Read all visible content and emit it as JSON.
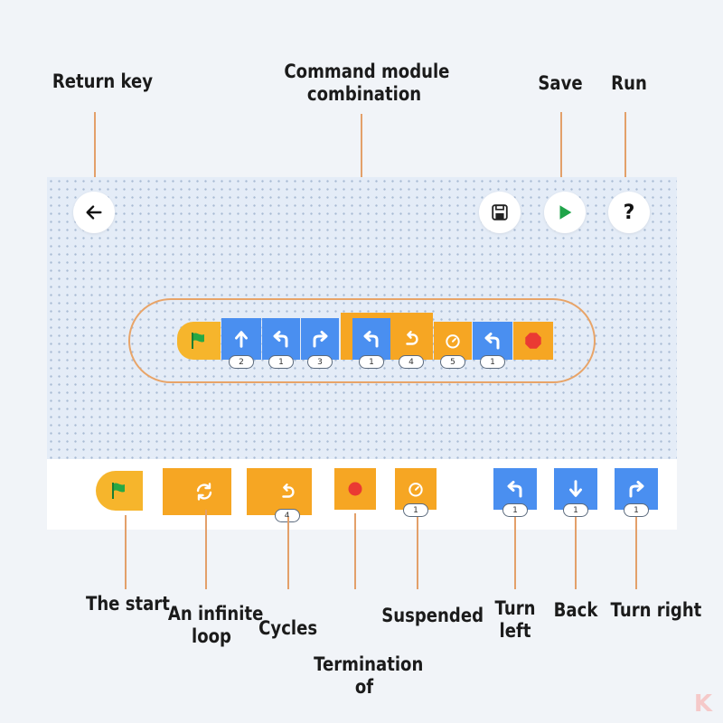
{
  "labels": {
    "return_key": "Return key",
    "command_line1": "Command module",
    "command_line2": "combination",
    "save": "Save",
    "run": "Run",
    "start": "The start",
    "infinite_line1": "An infinite",
    "infinite_line2": "loop",
    "cycles": "Cycles",
    "termination_line1": "Termination",
    "termination_line2": "of",
    "suspended": "Suspended",
    "turn_left_line1": "Turn",
    "turn_left_line2": "left",
    "back": "Back",
    "turn_right": "Turn right"
  },
  "header": {
    "help_symbol": "?"
  },
  "sequence": {
    "forward_steps": "2",
    "left_steps": "1",
    "right_steps": "3",
    "loop_left_steps": "1",
    "loop_count": "4",
    "wait_seconds": "5",
    "final_left_steps": "1"
  },
  "palette": {
    "cycles_count": "4",
    "suspended_seconds": "1",
    "turn_left_steps": "1",
    "back_steps": "1",
    "turn_right_steps": "1"
  },
  "colors": {
    "motion_block": "#4a8ff0",
    "control_block": "#f6a623",
    "stop_red": "#ea3a33",
    "flag_green": "#27a844",
    "callout_line": "#e3a06a"
  },
  "icons": {
    "back": "arrow-left-icon",
    "save": "floppy-disk-icon",
    "run": "play-icon",
    "help": "question-icon"
  },
  "watermark": "K"
}
